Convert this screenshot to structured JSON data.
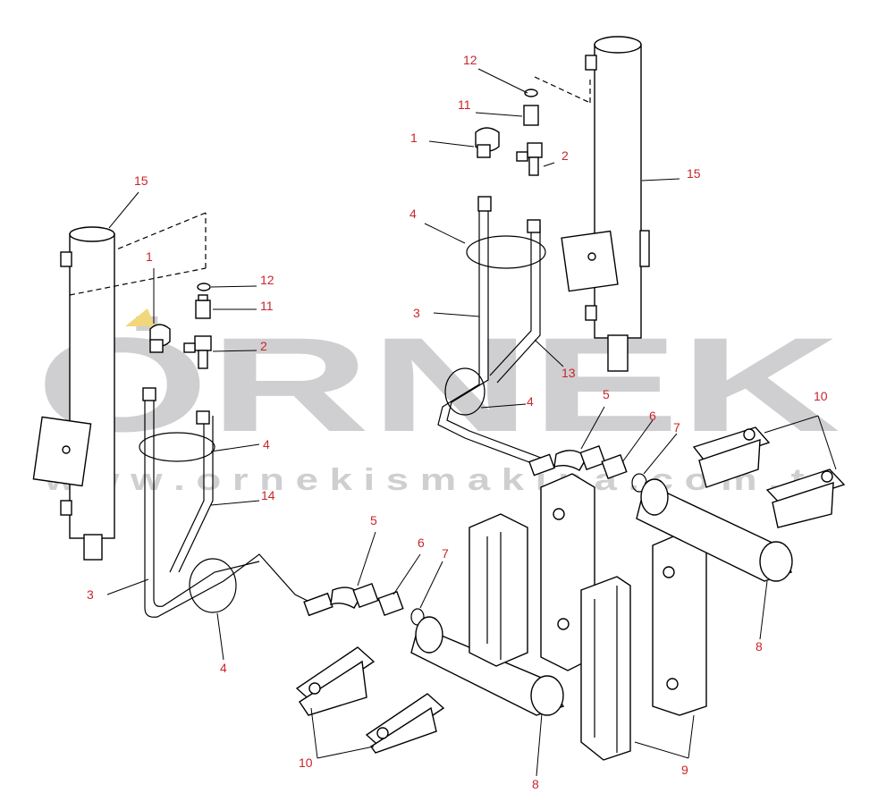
{
  "watermark": {
    "brand": "ÖRNEK",
    "url": "www.orneki smakina.com.tr",
    "url_display": "w w w . o r n e k i s m a k i n a . c o m . t r",
    "color": "#cfcfd1",
    "accent_color": "#f2d77a"
  },
  "callouts": {
    "left_15": "15",
    "left_1": "1",
    "left_12": "12",
    "left_11": "11",
    "left_2": "2",
    "left_4a": "4",
    "left_14": "14",
    "left_3": "3",
    "left_4b": "4",
    "left_5": "5",
    "left_6": "6",
    "left_7": "7",
    "left_10": "10",
    "left_8": "8",
    "right_12": "12",
    "right_11": "11",
    "right_1": "1",
    "right_2": "2",
    "right_15": "15",
    "right_4a": "4",
    "right_3": "3",
    "right_13": "13",
    "right_4b": "4",
    "right_5": "5",
    "right_6": "6",
    "right_7": "7",
    "right_10": "10",
    "right_8": "8",
    "right_9": "9"
  },
  "colors": {
    "callout": "#c8252c",
    "line": "#000000"
  }
}
